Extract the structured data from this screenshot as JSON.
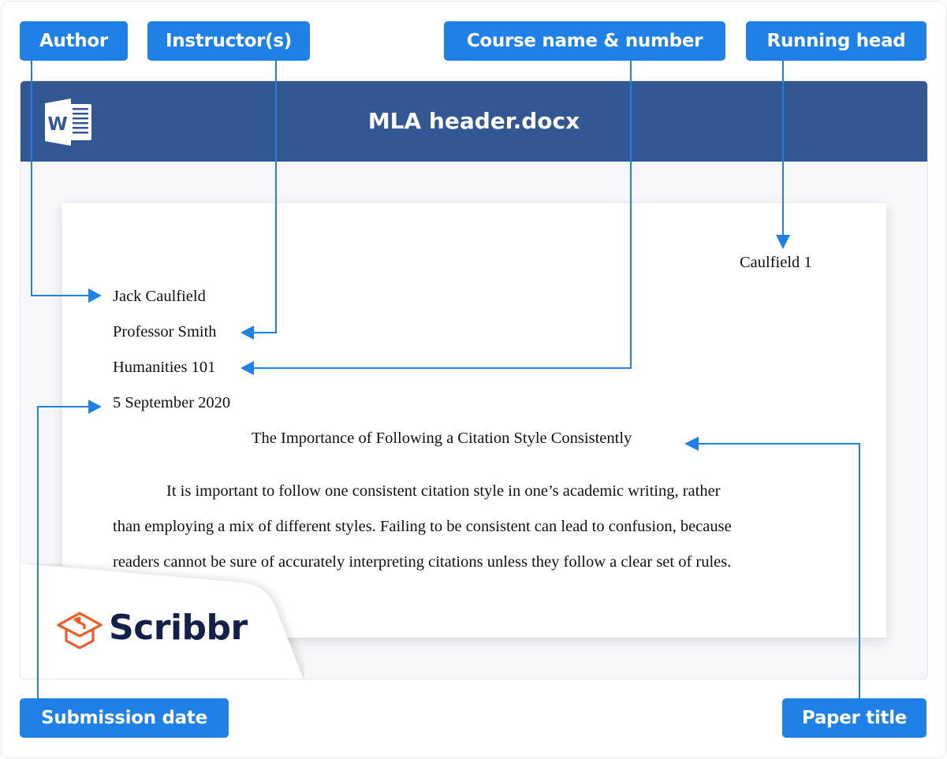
{
  "labels": {
    "author": "Author",
    "instructor": "Instructor(s)",
    "course": "Course name & number",
    "running_head": "Running head",
    "submission_date": "Submission date",
    "paper_title": "Paper title"
  },
  "window": {
    "title": "MLA header.docx",
    "icon": "word-icon",
    "header_color": "#335793"
  },
  "document": {
    "running_head": "Caulfield 1",
    "author": "Jack Caulfield",
    "instructor": "Professor Smith",
    "course": "Humanities 101",
    "date": "5 September 2020",
    "title": "The Importance of Following a Citation Style Consistently",
    "paragraph_lines": [
      "It is important to follow one consistent citation style in one’s academic writing, rather",
      "than employing a mix of different styles. Failing to be consistent can lead to confusion, because",
      "readers cannot be sure of accurately interpreting citations unless they follow a clear set of rules."
    ]
  },
  "brand": {
    "name": "Scribbr",
    "logo_color": "#f15a22"
  },
  "colors": {
    "accent": "#1f80e6"
  }
}
